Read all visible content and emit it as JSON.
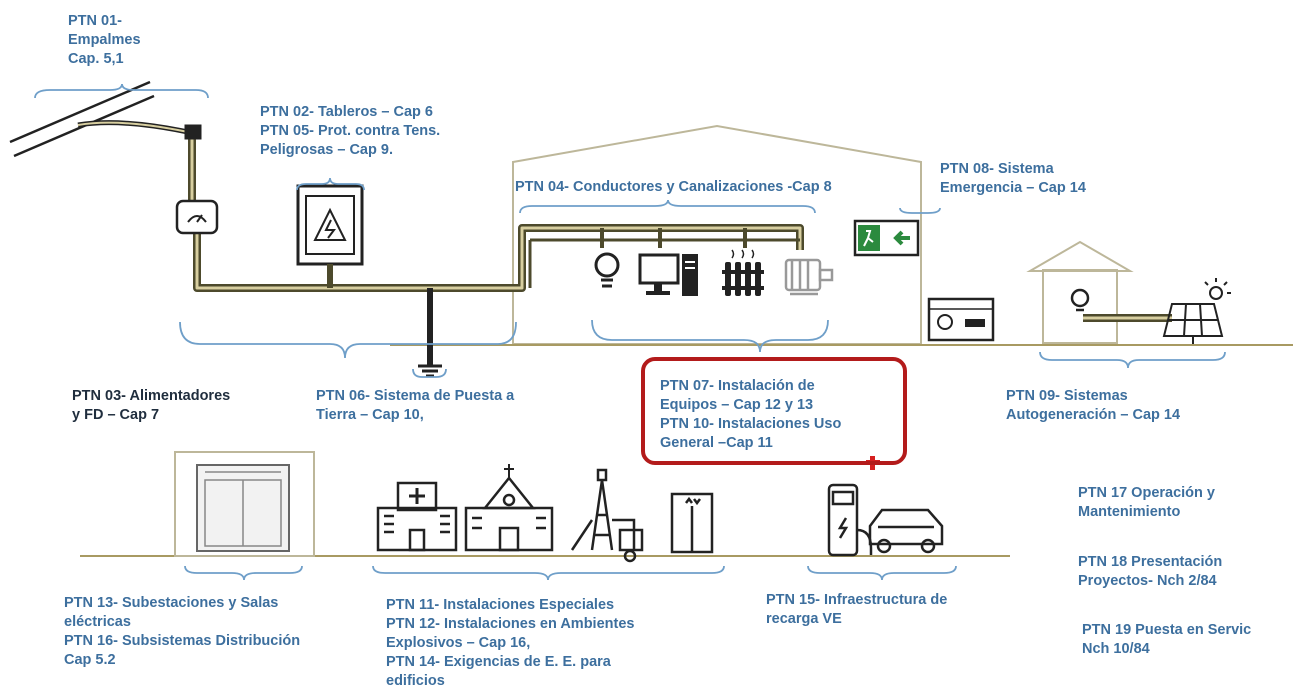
{
  "labels": {
    "ptn01": [
      "PTN 01-",
      "Empalmes",
      "Cap. 5,1"
    ],
    "ptn02": [
      "PTN 02- Tableros – Cap 6",
      "PTN 05- Prot. contra Tens.",
      "Peligrosas – Cap 9."
    ],
    "ptn04": [
      "PTN 04- Conductores y Canalizaciones -Cap 8"
    ],
    "ptn08": [
      "PTN 08- Sistema",
      "Emergencia – Cap 14"
    ],
    "ptn03": [
      "PTN 03- Alimentadores",
      "y FD – Cap 7"
    ],
    "ptn06": [
      "PTN 06- Sistema de Puesta a",
      "Tierra – Cap 10,"
    ],
    "ptn07": [
      "PTN 07- Instalación de",
      "Equipos – Cap 12 y 13",
      "PTN 10- Instalaciones Uso",
      "General –Cap 11"
    ],
    "ptn09": [
      "PTN 09- Sistemas",
      "Autogeneración – Cap 14"
    ],
    "ptn17": [
      "PTN 17 Operación y",
      "Mantenimiento"
    ],
    "ptn18": [
      "PTN 18 Presentación",
      "Proyectos- Nch 2/84"
    ],
    "ptn19": [
      "PTN 19 Puesta en Servic",
      "Nch 10/84"
    ],
    "ptn13": [
      "PTN 13- Subestaciones y Salas",
      "eléctricas",
      "PTN 16- Subsistemas Distribución",
      "Cap 5.2"
    ],
    "ptn11": [
      "PTN 11- Instalaciones Especiales",
      "PTN 12- Instalaciones en Ambientes",
      "Explosivos – Cap 16,",
      "PTN 14- Exigencias de E. E. para",
      "edificios"
    ],
    "ptn15": [
      "PTN 15- Infraestructura de",
      "recarga VE"
    ]
  },
  "colors": {
    "label_blue": "#3d6f9e",
    "label_dark": "#1f2d3d",
    "highlight": "#b31b1b",
    "cable": "#4d4a2c",
    "cable_fill": "#d8cfa0",
    "ground_line": "#a89a62",
    "outline": "#bdb79a",
    "brace": "#6f9fc9",
    "icon": "#222222"
  },
  "icons": [
    "power-line-icon",
    "meter-icon",
    "electrical-panel-icon",
    "ground-rod-icon",
    "bulb-icon",
    "computer-icon",
    "heater-icon",
    "motor-icon",
    "exit-sign-icon",
    "generator-icon",
    "house-icon",
    "solar-panel-icon",
    "substation-icon",
    "hospital-icon",
    "church-icon",
    "mine-icon",
    "elevator-icon",
    "ev-charger-icon",
    "car-icon"
  ]
}
